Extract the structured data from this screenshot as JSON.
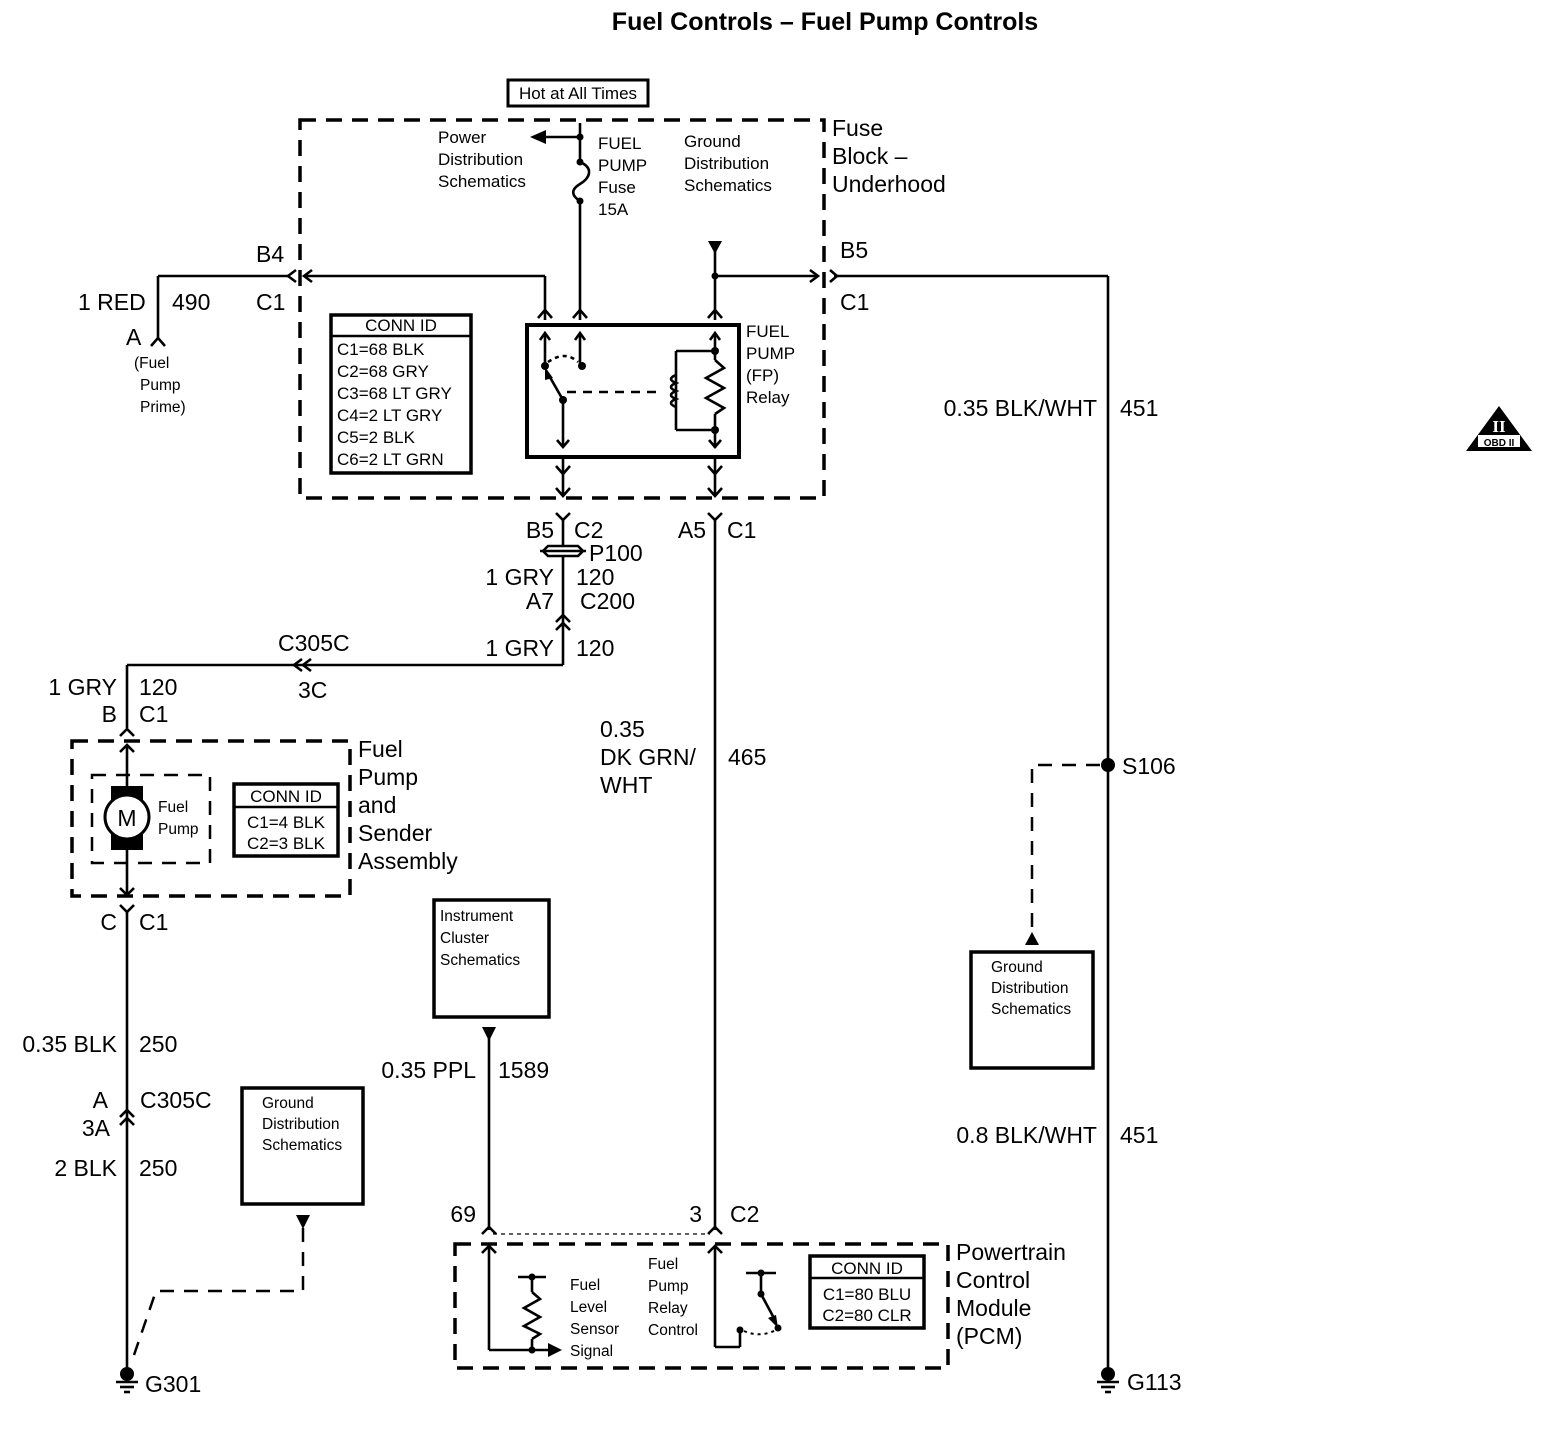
{
  "title": "Fuel Controls – Fuel Pump Controls",
  "hot_label": "Hot at All Times",
  "fuse_block": {
    "name": [
      "Fuse",
      "Block –",
      "Underhood"
    ],
    "power_ref": [
      "Power",
      "Distribution",
      "Schematics"
    ],
    "ground_ref": [
      "Ground",
      "Distribution",
      "Schematics"
    ],
    "fuse": [
      "FUEL",
      "PUMP",
      "Fuse",
      "15A"
    ],
    "relay": [
      "FUEL",
      "PUMP",
      "(FP)",
      "Relay"
    ],
    "conn_id": {
      "header": "CONN ID",
      "rows": [
        "C1=68 BLK",
        "C2=68 GRY",
        "C3=68 LT GRY",
        "C4=2 LT GRY",
        "C5=2 BLK",
        "C6=2 LT GRN"
      ]
    }
  },
  "prime": {
    "wire": "1 RED",
    "circuit": "490",
    "pin": "A",
    "connector_pin": "B4",
    "connector": "C1",
    "label": [
      "(Fuel",
      "Pump",
      "Prime)"
    ]
  },
  "ground_out": {
    "pin": "B5",
    "connector": "C1",
    "wire_upper": "0.35 BLK/WHT",
    "circuit_upper": "451",
    "splice": "S106",
    "wire_lower": "0.8 BLK/WHT",
    "circuit_lower": "451",
    "ground": "G113",
    "ref": [
      "Ground",
      "Distribution",
      "Schematics"
    ]
  },
  "pump_feed": {
    "pin_top": "B5",
    "conn_top": "C2",
    "splice_pack": "P100",
    "wire1": "1 GRY",
    "circuit1": "120",
    "pin_c200": "A7",
    "conn_c200": "C200",
    "wire2": "1 GRY",
    "circuit2": "120",
    "inline_conn": "C305C",
    "inline_pin": "3C",
    "wire3": "1 GRY",
    "circuit3": "120",
    "pin_b": "B",
    "conn_b": "C1"
  },
  "relay_control": {
    "pin": "A5",
    "connector": "C1",
    "wire": [
      "0.35",
      "DK GRN/",
      "WHT"
    ],
    "circuit": "465",
    "pcm_pin": "3",
    "pcm_conn": "C2"
  },
  "pump_assembly": {
    "name": [
      "Fuel",
      "Pump",
      "and",
      "Sender",
      "Assembly"
    ],
    "motor_glyph": "M",
    "motor_label": [
      "Fuel",
      "Pump"
    ],
    "conn_id": {
      "header": "CONN ID",
      "rows": [
        "C1=4 BLK",
        "C2=3 BLK"
      ]
    },
    "pin_c": "C",
    "conn_c": "C1"
  },
  "pump_ground": {
    "wire1": "0.35 BLK",
    "circuit1": "250",
    "pin_a": "A",
    "pin_3a": "3A",
    "connector": "C305C",
    "wire2": "2 BLK",
    "circuit2": "250",
    "ground": "G301",
    "ref": [
      "Ground",
      "Distribution",
      "Schematics"
    ]
  },
  "level_signal": {
    "ref": [
      "Instrument",
      "Cluster",
      "Schematics"
    ],
    "wire": "0.35 PPL",
    "circuit": "1589",
    "pcm_pin": "69"
  },
  "pcm": {
    "name": [
      "Powertrain",
      "Control",
      "Module",
      "(PCM)"
    ],
    "sensor_label": [
      "Fuel",
      "Level",
      "Sensor",
      "Signal"
    ],
    "relay_ctrl_label": [
      "Fuel",
      "Pump",
      "Relay",
      "Control"
    ],
    "conn_id": {
      "header": "CONN ID",
      "rows": [
        "C1=80 BLU",
        "C2=80 CLR"
      ]
    }
  },
  "badge": {
    "top": "II",
    "bottom": "OBD II"
  }
}
